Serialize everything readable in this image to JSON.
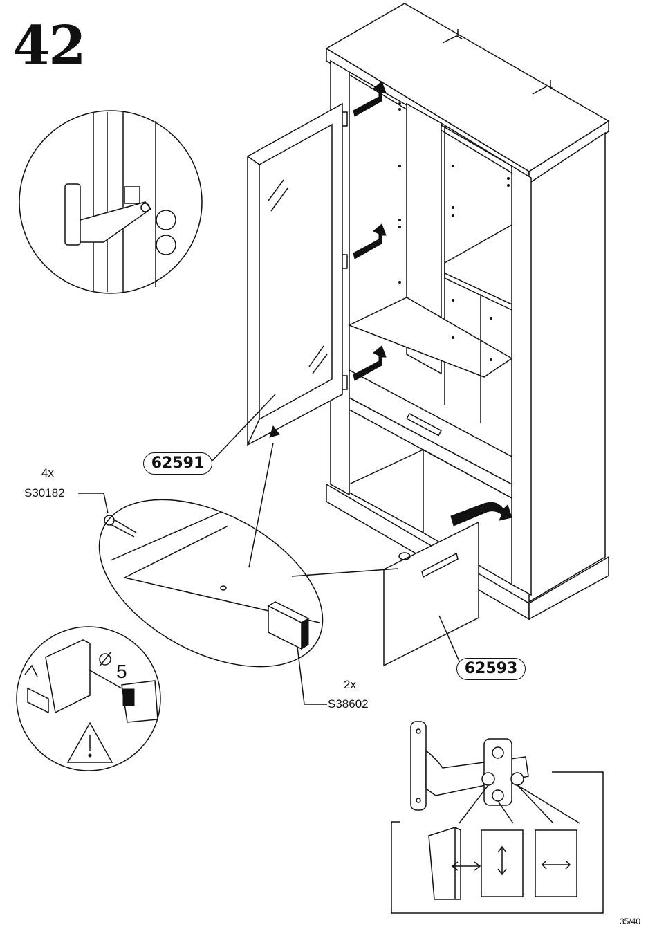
{
  "step": {
    "number": "42"
  },
  "parts": {
    "door": {
      "code": "62591"
    },
    "drawer_front": {
      "code": "62593"
    },
    "screw": {
      "quantity": "4x",
      "code": "S30182"
    },
    "bumper": {
      "quantity": "2x",
      "code": "S38602"
    }
  },
  "drill": {
    "diameter": "5"
  },
  "footer": {
    "page": "35/40"
  },
  "icons": [
    "hinge-detail-icon",
    "drill-icon",
    "warning-icon",
    "arrow-icon",
    "hinge-adjustment-icon"
  ]
}
